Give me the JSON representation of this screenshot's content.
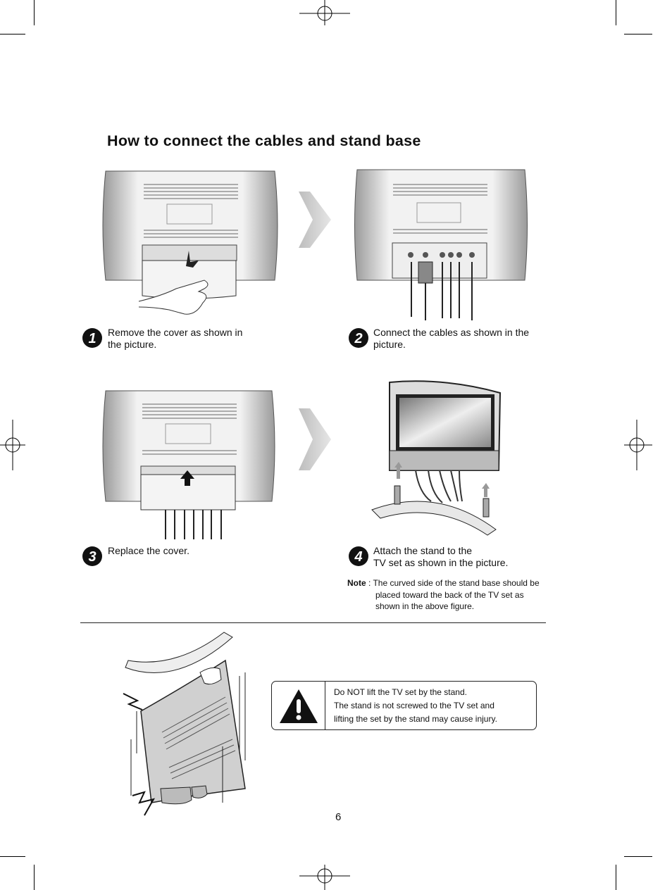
{
  "title": "How to connect the cables and stand base",
  "steps": [
    {
      "number": "1",
      "line1": "Remove the cover as shown in",
      "line2": "the picture."
    },
    {
      "number": "2",
      "line1": "Connect the cables as shown in the",
      "line2": "picture."
    },
    {
      "number": "3",
      "line1": "Replace the cover.",
      "line2": ""
    },
    {
      "number": "4",
      "line1": "Attach the stand to the",
      "line2": "TV set as shown in the picture."
    }
  ],
  "note": {
    "label": "Note",
    "sep": " : ",
    "line1": "The curved side of the stand base should be",
    "line2": "placed toward the back of the TV set as",
    "line3": "shown in the above figure."
  },
  "warning": {
    "icon": "exclamation-triangle-icon",
    "line1": "Do NOT lift the TV set by the stand.",
    "line2": "The stand is not screwed to the TV set and",
    "line3": "lifting the set by the stand may cause injury."
  },
  "page_number": "6"
}
